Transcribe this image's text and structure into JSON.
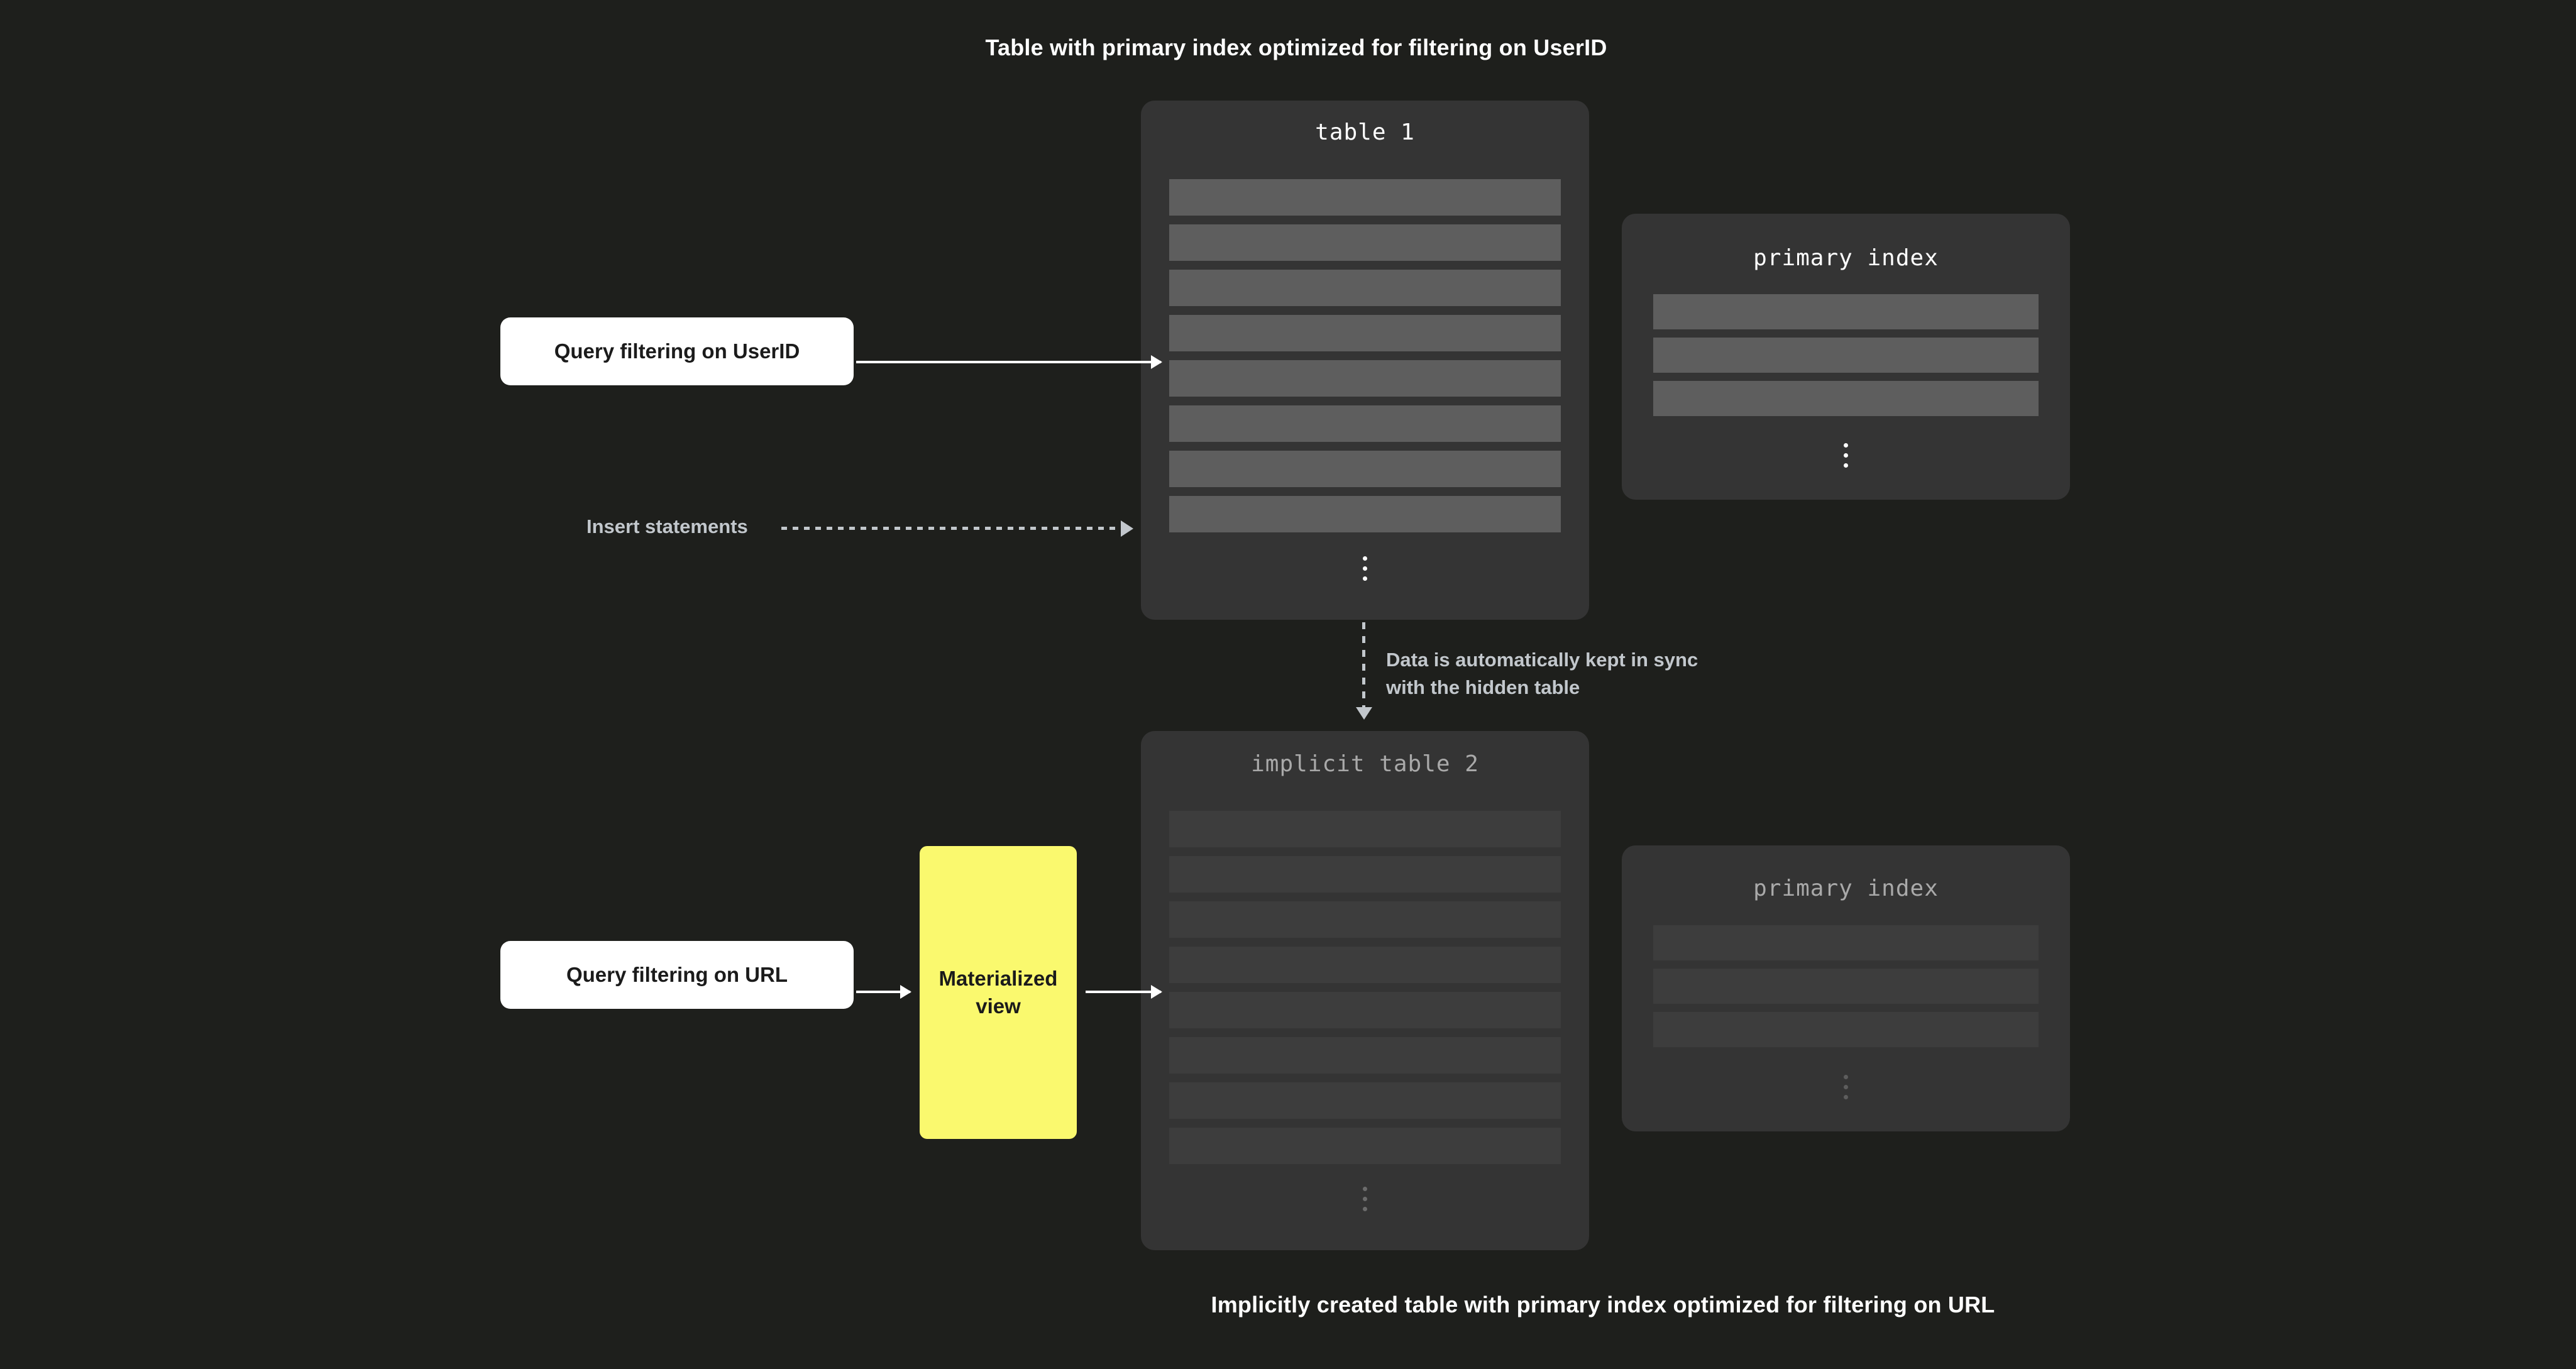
{
  "captions": {
    "top": "Table with primary index optimized for filtering on UserID",
    "bottom": "Implicitly created table with primary index optimized for filtering on URL"
  },
  "panels": {
    "table1": {
      "title": "table 1",
      "row_count": 8,
      "ellipsis": "vertical-ellipsis",
      "state": "active",
      "row_color": "#5e5e5e",
      "panel_color": "#343434"
    },
    "primary_index_1": {
      "title": "primary index",
      "row_count": 3,
      "ellipsis": "vertical-ellipsis",
      "state": "active",
      "row_color": "#5e5e5e",
      "panel_color": "#343434"
    },
    "implicit_table2": {
      "title": "implicit table 2",
      "row_count": 8,
      "ellipsis": "vertical-ellipsis",
      "state": "dimmed",
      "row_color": "#3d3d3d",
      "panel_color": "#343434"
    },
    "primary_index_2": {
      "title": "primary index",
      "row_count": 3,
      "ellipsis": "vertical-ellipsis",
      "state": "dimmed",
      "row_color": "#3d3d3d",
      "panel_color": "#343434"
    }
  },
  "nodes": {
    "query_userid": "Query filtering on UserID",
    "query_url": "Query filtering on URL",
    "materialized_view": "Materialized\nview"
  },
  "connectors": {
    "insert_label": "Insert statements",
    "sync_label": "Data is automatically kept in sync\nwith the hidden table"
  },
  "colors": {
    "background": "#1e1f1c",
    "accent_yellow": "#faf96e",
    "panel": "#343434",
    "row_active": "#5e5e5e",
    "row_dim": "#3d3d3d",
    "text_primary": "#ffffff",
    "text_muted": "#c2c7cc"
  }
}
